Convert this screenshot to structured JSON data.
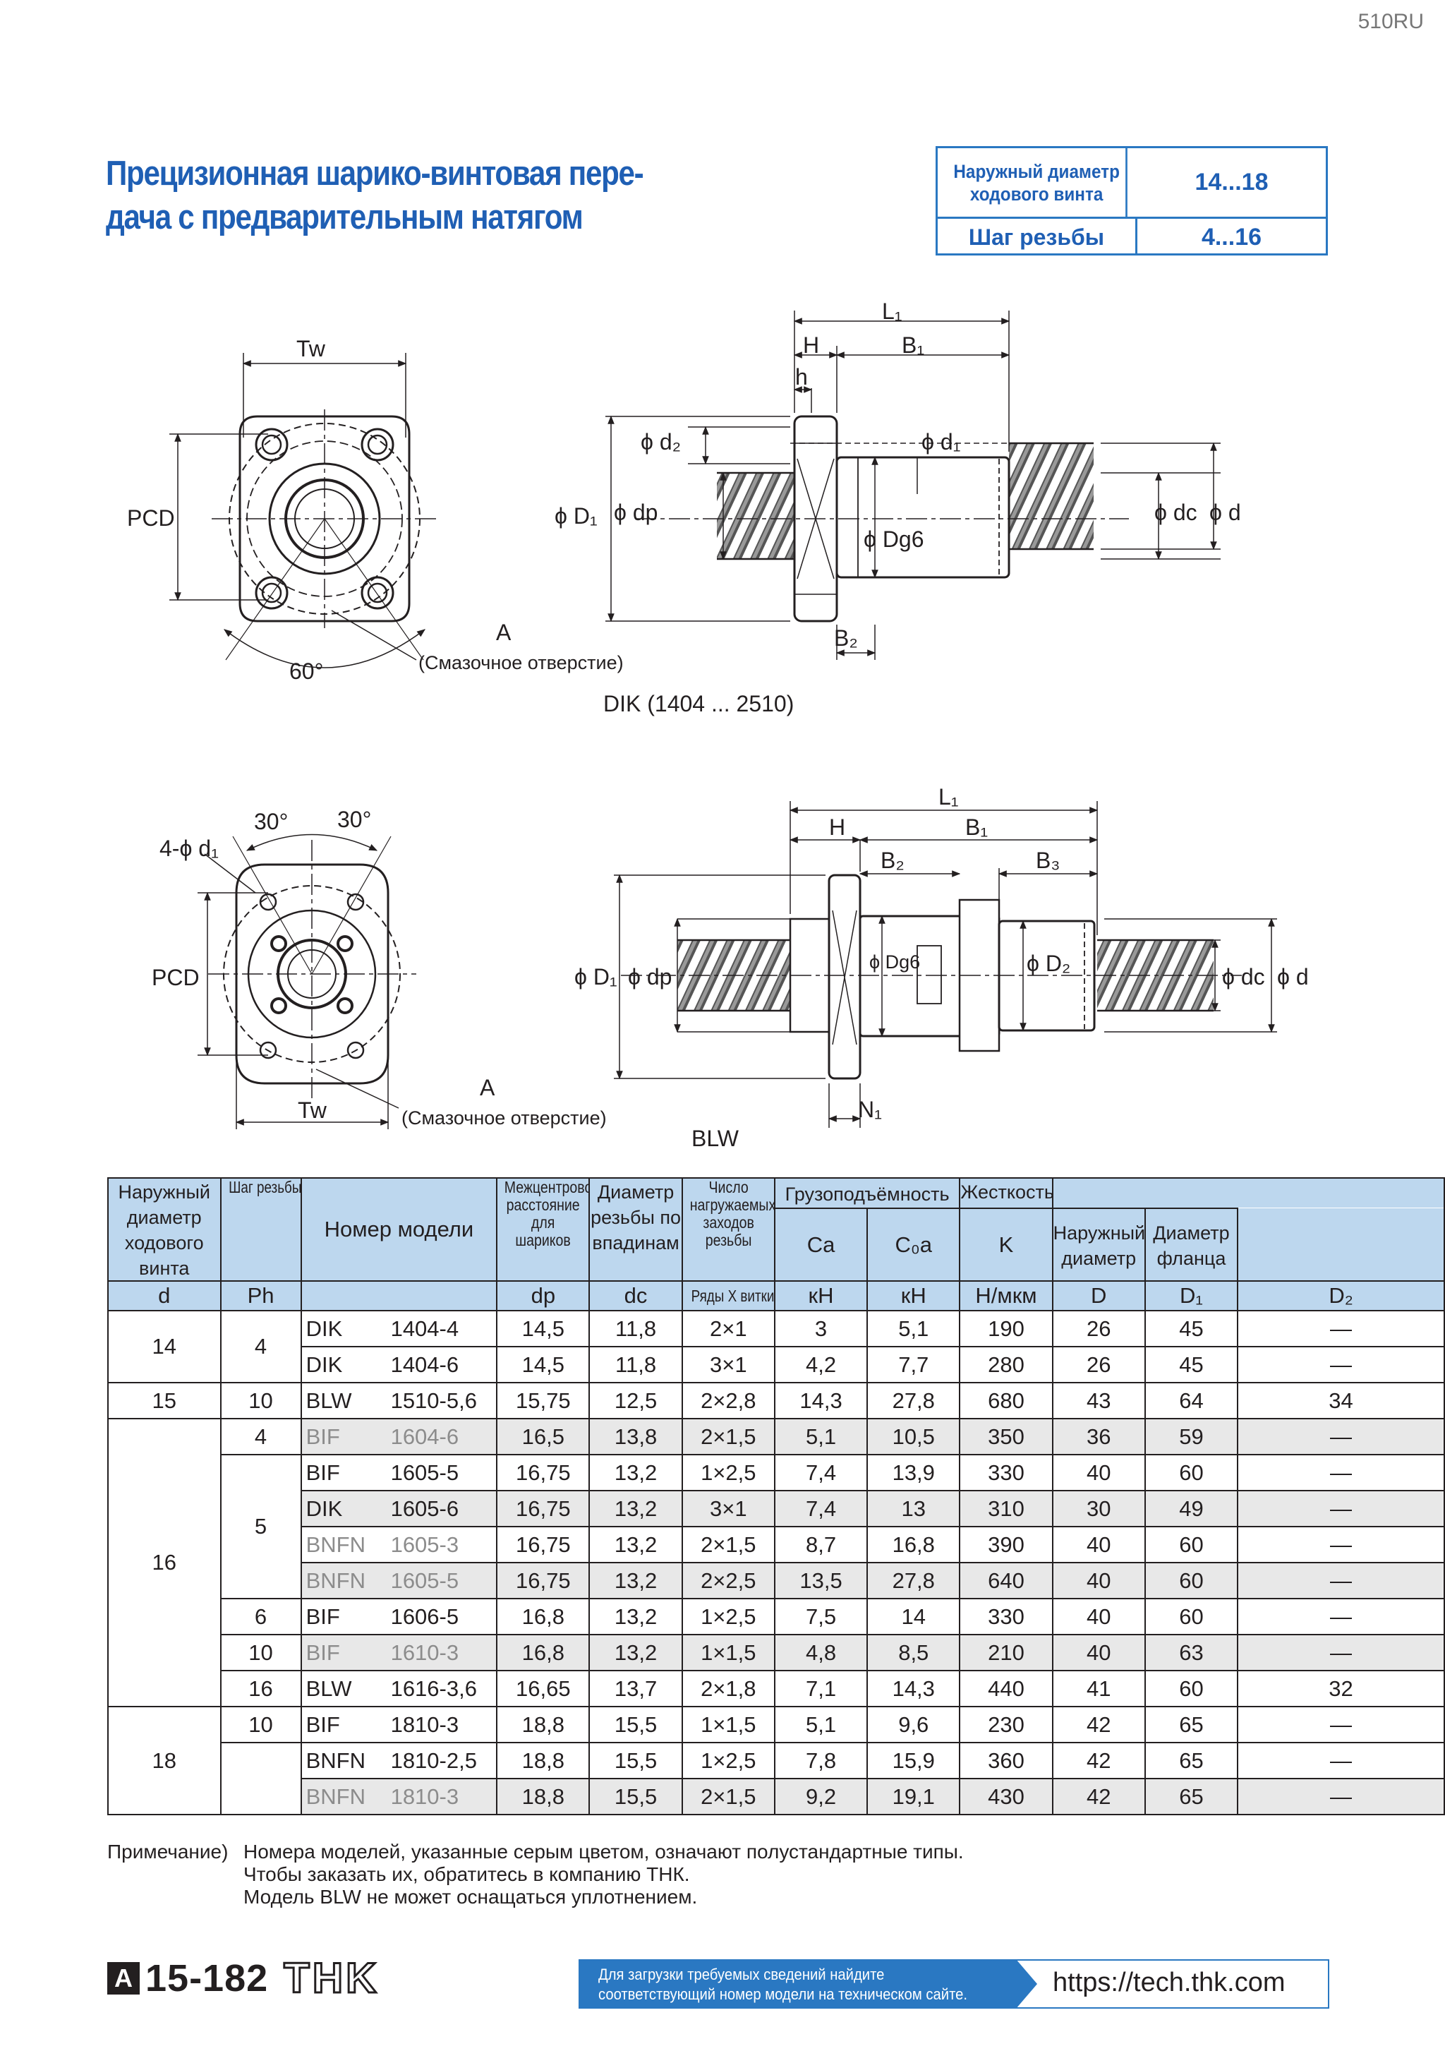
{
  "page_id": "510RU",
  "title": [
    "Прецизионная шарико-винтовая пере-",
    "дача с предварительным натягом"
  ],
  "spec_box": {
    "shaft_label": "Наружный диаметр ходового винта",
    "shaft_value": "14...18",
    "lead_label": "Шаг резьбы",
    "lead_value": "4...16"
  },
  "drawing_dik": {
    "caption": "DIK (1404 ... 2510)",
    "tw": "Tw",
    "pcd": "PCD",
    "angle": "60°",
    "a": "A",
    "lube": "(Смазочное отверстие)",
    "l1": "L₁",
    "h_big": "H",
    "b1": "B₁",
    "h_small": "h",
    "d2": "ϕ d₂",
    "d1": "ϕ d₁",
    "big_d1": "ϕ D₁",
    "dp": "ϕ dp",
    "dg6": "ϕ Dg6",
    "dc": "ϕ dc",
    "d": "ϕ d",
    "b2": "B₂"
  },
  "drawing_blw": {
    "caption": "BLW",
    "angle_left": "30°",
    "angle_right": "30°",
    "holes": "4-ϕ d₁",
    "pcd": "PCD",
    "tw": "Tw",
    "a": "A",
    "lube": "(Смазочное отверстие)",
    "l1": "L₁",
    "h": "H",
    "b1": "B₁",
    "b2": "B₂",
    "b3": "B₃",
    "big_d1": "ϕ D₁",
    "dp": "ϕ dp",
    "dg6": "ϕ Dg6",
    "d2": "ϕ D₂",
    "dc": "ϕ dc",
    "d": "ϕ d",
    "n1": "N₁"
  },
  "table": {
    "headers": {
      "shaft": "Наружный диаметр ходового винта",
      "lead": "Шаг резьбы",
      "model": "Номер модели",
      "dp": "Межцентровое расстояние для шариков",
      "dc": "Диаметр резьбы по впадинам",
      "circuits": "Число нагружаемых заходов резьбы",
      "load": "Грузоподъёмность",
      "ca": "Ca",
      "c0a": "C₀a",
      "stiff": "Жесткость",
      "k": "K",
      "outer": "Наружный диаметр",
      "flange": "Диаметр фланца"
    },
    "symbols": {
      "d": "d",
      "ph": "Ph",
      "dp": "dp",
      "dc": "dc",
      "circuits": "Ряды X витки",
      "ca": "кН",
      "c0a": "кН",
      "k": "Н/мкм",
      "D": "D",
      "D1": "D₁",
      "D2": "D₂"
    },
    "rows": [
      {
        "d": "14",
        "ph": "4",
        "series": "DIK",
        "num": "1404-4",
        "dp": "14,5",
        "dc": "11,8",
        "circ": "2×1",
        "ca": "3",
        "c0a": "5,1",
        "k": "190",
        "D": "26",
        "D1": "45",
        "D2": "—"
      },
      {
        "d": "",
        "ph": "",
        "series": "DIK",
        "num": "1404-6",
        "dp": "14,5",
        "dc": "11,8",
        "circ": "3×1",
        "ca": "4,2",
        "c0a": "7,7",
        "k": "280",
        "D": "26",
        "D1": "45",
        "D2": "—"
      },
      {
        "d": "15",
        "ph": "10",
        "series": "BLW",
        "num": "1510-5,6",
        "dp": "15,75",
        "dc": "12,5",
        "circ": "2×2,8",
        "ca": "14,3",
        "c0a": "27,8",
        "k": "680",
        "D": "43",
        "D1": "64",
        "D2": "34"
      },
      {
        "d": "16",
        "ph": "4",
        "series": "BIF",
        "num": "1604-6",
        "dp": "16,5",
        "dc": "13,8",
        "circ": "2×1,5",
        "ca": "5,1",
        "c0a": "10,5",
        "k": "350",
        "D": "36",
        "D1": "59",
        "D2": "—"
      },
      {
        "d": "",
        "ph": "5",
        "series": "BIF",
        "num": "1605-5",
        "dp": "16,75",
        "dc": "13,2",
        "circ": "1×2,5",
        "ca": "7,4",
        "c0a": "13,9",
        "k": "330",
        "D": "40",
        "D1": "60",
        "D2": "—"
      },
      {
        "d": "",
        "ph": "",
        "series": "DIK",
        "num": "1605-6",
        "dp": "16,75",
        "dc": "13,2",
        "circ": "3×1",
        "ca": "7,4",
        "c0a": "13",
        "k": "310",
        "D": "30",
        "D1": "49",
        "D2": "—"
      },
      {
        "d": "",
        "ph": "",
        "series": "BNFN",
        "num": "1605-3",
        "dp": "16,75",
        "dc": "13,2",
        "circ": "2×1,5",
        "ca": "8,7",
        "c0a": "16,8",
        "k": "390",
        "D": "40",
        "D1": "60",
        "D2": "—"
      },
      {
        "d": "",
        "ph": "",
        "series": "BNFN",
        "num": "1605-5",
        "dp": "16,75",
        "dc": "13,2",
        "circ": "2×2,5",
        "ca": "13,5",
        "c0a": "27,8",
        "k": "640",
        "D": "40",
        "D1": "60",
        "D2": "—"
      },
      {
        "d": "",
        "ph": "6",
        "series": "BIF",
        "num": "1606-5",
        "dp": "16,8",
        "dc": "13,2",
        "circ": "1×2,5",
        "ca": "7,5",
        "c0a": "14",
        "k": "330",
        "D": "40",
        "D1": "60",
        "D2": "—"
      },
      {
        "d": "",
        "ph": "10",
        "series": "BIF",
        "num": "1610-3",
        "dp": "16,8",
        "dc": "13,2",
        "circ": "1×1,5",
        "ca": "4,8",
        "c0a": "8,5",
        "k": "210",
        "D": "40",
        "D1": "63",
        "D2": "—"
      },
      {
        "d": "",
        "ph": "16",
        "series": "BLW",
        "num": "1616-3,6",
        "dp": "16,65",
        "dc": "13,7",
        "circ": "2×1,8",
        "ca": "7,1",
        "c0a": "14,3",
        "k": "440",
        "D": "41",
        "D1": "60",
        "D2": "32"
      },
      {
        "d": "18",
        "ph": "10",
        "series": "BIF",
        "num": "1810-3",
        "dp": "18,8",
        "dc": "15,5",
        "circ": "1×1,5",
        "ca": "5,1",
        "c0a": "9,6",
        "k": "230",
        "D": "42",
        "D1": "65",
        "D2": "—"
      },
      {
        "d": "",
        "ph": "",
        "series": "BNFN",
        "num": "1810-2,5",
        "dp": "18,8",
        "dc": "15,5",
        "circ": "1×2,5",
        "ca": "7,8",
        "c0a": "15,9",
        "k": "360",
        "D": "42",
        "D1": "65",
        "D2": "—"
      },
      {
        "d": "",
        "ph": "",
        "series": "BNFN",
        "num": "1810-3",
        "dp": "18,8",
        "dc": "15,5",
        "circ": "2×1,5",
        "ca": "9,2",
        "c0a": "19,1",
        "k": "430",
        "D": "42",
        "D1": "65",
        "D2": "—"
      }
    ]
  },
  "note": {
    "label": "Примечание)",
    "lines": [
      "Номера моделей, указанные серым цветом, означают полустандартные типы.",
      "Чтобы заказать их, обратитесь в компанию ТНК.",
      "Модель BLW не может оснащаться уплотнением."
    ]
  },
  "footer": {
    "section": "A",
    "page": "15-182",
    "brand": "THK",
    "banner_line1": "Для загрузки требуемых сведений найдите",
    "banner_line2": "соответствующий номер модели на техническом сайте.",
    "url": "https://tech.thk.com"
  },
  "colors": {
    "accent": "#1f5fb4",
    "header_bg": "#bdd7ee",
    "semi_standard": "#8c8c8c",
    "banner": "#2a78c2"
  }
}
